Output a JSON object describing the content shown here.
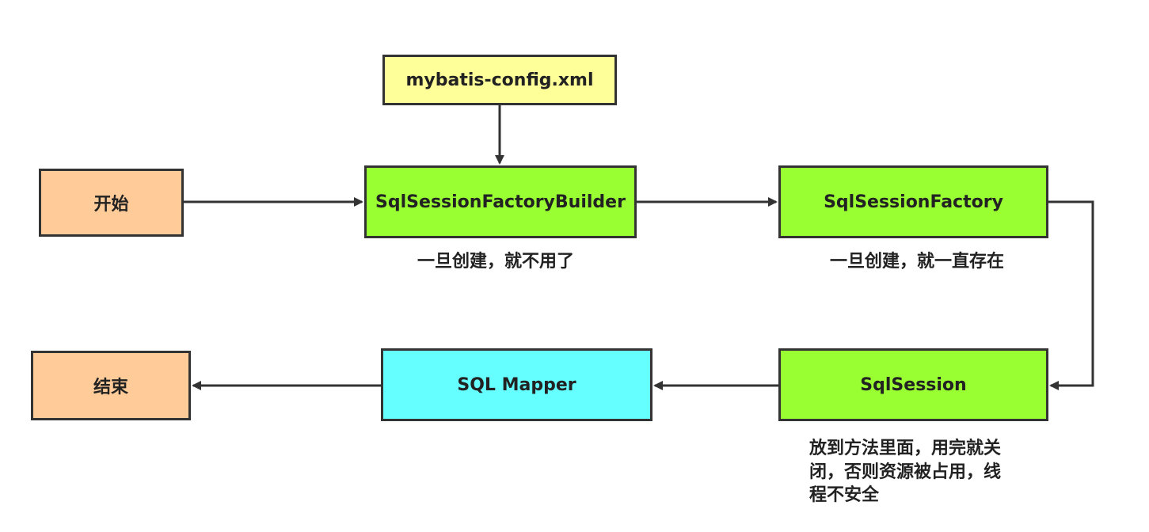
{
  "nodes": {
    "start": "开始",
    "config": "mybatis-config.xml",
    "builder": "SqlSessionFactoryBuilder",
    "factory": "SqlSessionFactory",
    "session": "SqlSession",
    "mapper": "SQL Mapper",
    "end": "结束"
  },
  "notes": {
    "builder": "一旦创建，就不用了",
    "factory": "一旦创建，就一直存在",
    "session_line1": "放到方法里面，用完就关",
    "session_line2": "闭，否则资源被占用，线",
    "session_line3": "程不安全"
  },
  "colors": {
    "terminal": "#FFCC99",
    "config": "#FFFF99",
    "core": "#99FF33",
    "mapper": "#66FFFF",
    "stroke": "#333333"
  }
}
